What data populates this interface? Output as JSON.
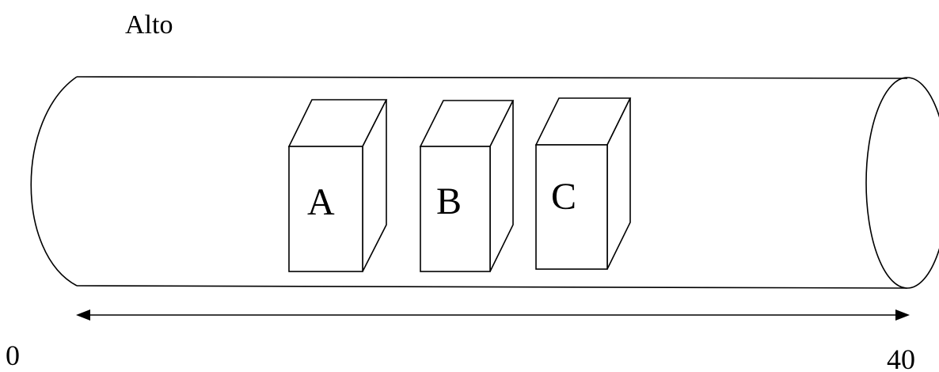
{
  "diagram": {
    "title": "Alto",
    "boxes": [
      {
        "label": "A"
      },
      {
        "label": "B"
      },
      {
        "label": "C"
      }
    ],
    "axis": {
      "start_label": "0",
      "end_label": "40"
    }
  }
}
